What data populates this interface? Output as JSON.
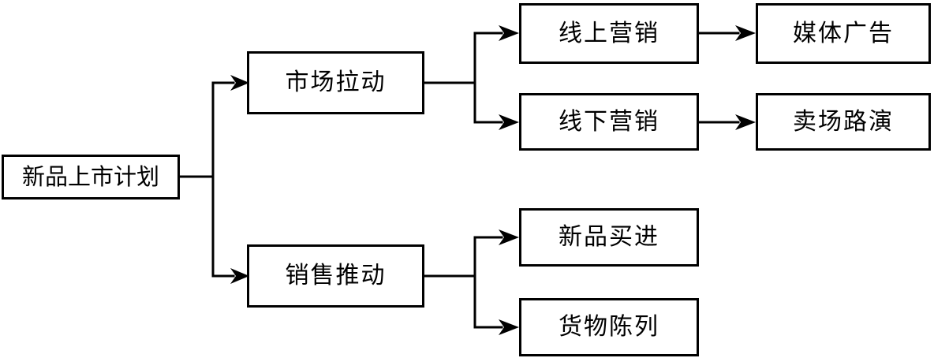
{
  "diagram": {
    "title": "新品上市计划",
    "type": "tree-diagram",
    "orientation": "left-to-right",
    "colors": {
      "box_border": "#000000",
      "box_fill": "#ffffff",
      "line": "#000000",
      "text": "#000000",
      "background": "#ffffff"
    },
    "nodes": {
      "root": {
        "label": "新品上市计划",
        "level": 1
      },
      "market_pull": {
        "label": "市场拉动",
        "level": 2
      },
      "sales_push": {
        "label": "销售推动",
        "level": 2
      },
      "online_marketing": {
        "label": "线上营销",
        "level": 3
      },
      "offline_marketing": {
        "label": "线下营销",
        "level": 3
      },
      "new_product_purchase": {
        "label": "新品买进",
        "level": 3
      },
      "goods_display": {
        "label": "货物陈列",
        "level": 3
      },
      "media_advertising": {
        "label": "媒体广告",
        "level": 4
      },
      "store_roadshow": {
        "label": "卖场路演",
        "level": 4
      }
    },
    "edges": [
      {
        "from": "root",
        "to": "market_pull",
        "style": "elbow-up-arrow"
      },
      {
        "from": "root",
        "to": "sales_push",
        "style": "elbow-down-arrow"
      },
      {
        "from": "market_pull",
        "to": "online_marketing",
        "style": "elbow-up-arrow"
      },
      {
        "from": "market_pull",
        "to": "offline_marketing",
        "style": "elbow-down-arrow"
      },
      {
        "from": "sales_push",
        "to": "new_product_purchase",
        "style": "elbow-up-arrow"
      },
      {
        "from": "sales_push",
        "to": "goods_display",
        "style": "elbow-down-arrow"
      },
      {
        "from": "online_marketing",
        "to": "media_advertising",
        "style": "straight-arrow"
      },
      {
        "from": "offline_marketing",
        "to": "store_roadshow",
        "style": "straight-arrow"
      }
    ]
  }
}
